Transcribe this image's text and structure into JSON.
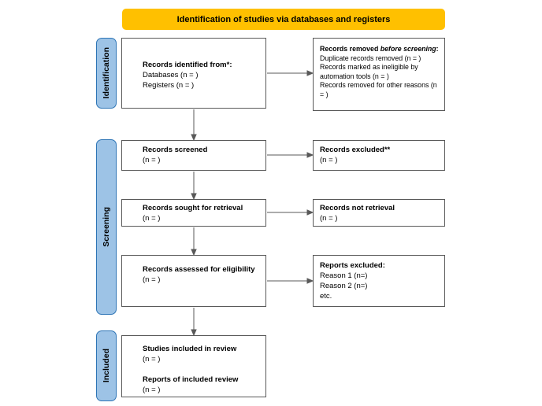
{
  "header": {
    "title": "Identification of studies via databases and registers"
  },
  "stages": {
    "identification": "Identification",
    "screening": "Screening",
    "included": "Included"
  },
  "boxes": {
    "identified": {
      "title": "Records identified from*:",
      "line1": "Databases (n = )",
      "line2": "Registers (n = )"
    },
    "removed": {
      "title_pre": "Records removed ",
      "title_italic": "before screening",
      "title_post": ":",
      "line1": "Duplicate records removed  (n = )",
      "line2": "Records marked as ineligible by automation tools (n = )",
      "line3": "Records removed for other reasons (n = )"
    },
    "screened": {
      "title": "Records screened",
      "line1": "(n = )"
    },
    "excluded": {
      "title": "Records excluded**",
      "line1": "(n = )"
    },
    "sought": {
      "title": "Records sought for retrieval",
      "line1": "(n = )"
    },
    "not_retrieved": {
      "title": "Records not retrieval",
      "line1": "(n = )"
    },
    "assessed": {
      "title": "Records assessed for eligibility",
      "line1": "(n = )"
    },
    "reports_excluded": {
      "title": "Reports excluded:",
      "line1": "Reason 1 (n=)",
      "line2": "Reason 2 (n=)",
      "line3": "etc."
    },
    "included_studies": {
      "title1": "Studies included in review",
      "line1": "(n = )",
      "title2": "Reports of included review",
      "line2": "(n = )"
    }
  },
  "colors": {
    "banner": "#FFC000",
    "stage_fill": "#9DC3E6",
    "stage_border": "#2E75B6",
    "box_border": "#595959",
    "arrow": "#595959"
  }
}
